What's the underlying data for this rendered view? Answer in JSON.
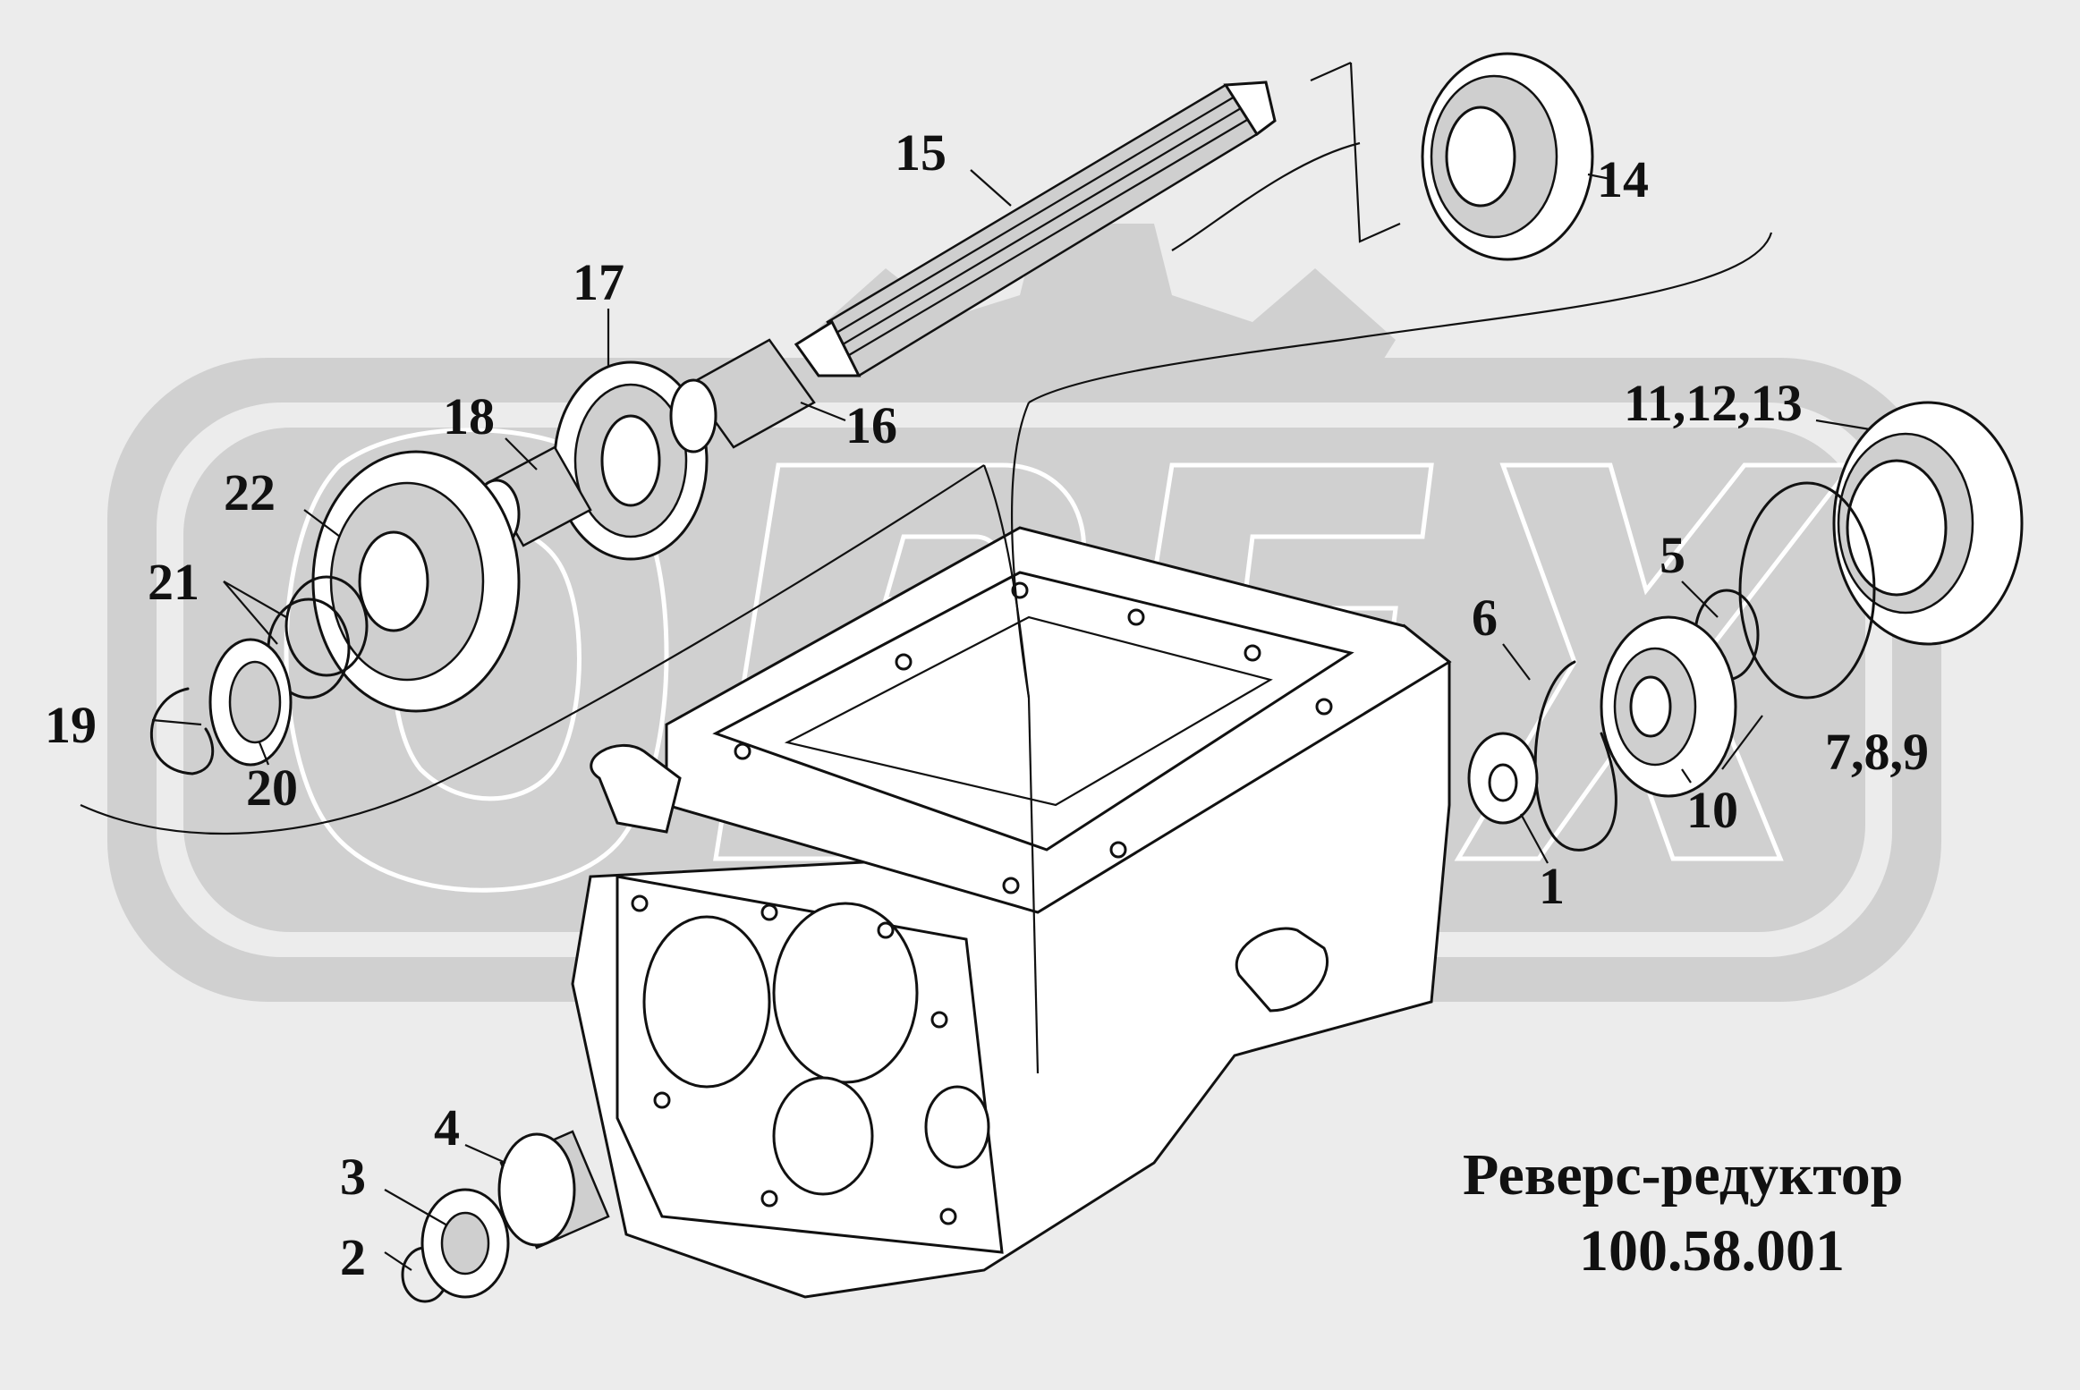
{
  "title": "Реверс-редуктор",
  "code": "100.58.001",
  "callouts": [
    {
      "id": "1",
      "text": "1"
    },
    {
      "id": "2",
      "text": "2"
    },
    {
      "id": "3",
      "text": "3"
    },
    {
      "id": "4",
      "text": "4"
    },
    {
      "id": "5",
      "text": "5"
    },
    {
      "id": "6",
      "text": "6"
    },
    {
      "id": "7-8-9",
      "text": "7,8,9"
    },
    {
      "id": "10",
      "text": "10"
    },
    {
      "id": "11-12-13",
      "text": "11,12,13"
    },
    {
      "id": "14",
      "text": "14"
    },
    {
      "id": "15",
      "text": "15"
    },
    {
      "id": "16",
      "text": "16"
    },
    {
      "id": "17",
      "text": "17"
    },
    {
      "id": "18",
      "text": "18"
    },
    {
      "id": "19",
      "text": "19"
    },
    {
      "id": "20",
      "text": "20"
    },
    {
      "id": "21",
      "text": "21"
    },
    {
      "id": "22",
      "text": "22"
    }
  ],
  "watermark": {
    "icon": "orex-logo-watermark",
    "color": "#d0d0d0"
  },
  "colors": {
    "background": "#ececec",
    "ink": "#111111"
  }
}
